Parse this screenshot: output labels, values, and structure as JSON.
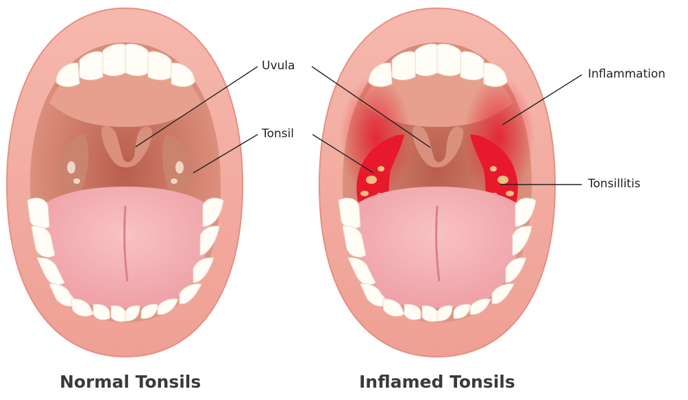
{
  "labels": {
    "uvula": "Uvula",
    "tonsil": "Tonsil",
    "inflammation": "Inflammation",
    "tonsillitis": "Tonsillitis"
  },
  "captions": {
    "normal": "Normal Tonsils",
    "inflamed": "Inflamed Tonsils"
  },
  "colors": {
    "lip": "#f2a79b",
    "lip_light": "#fbcfc5",
    "palate": "#d98775",
    "throat": "#c76f5c",
    "tongue": "#f6b3b6",
    "teeth": "#fffdf6",
    "tonsil_normal": "#c9836f",
    "inflamed": "#e8192d"
  }
}
